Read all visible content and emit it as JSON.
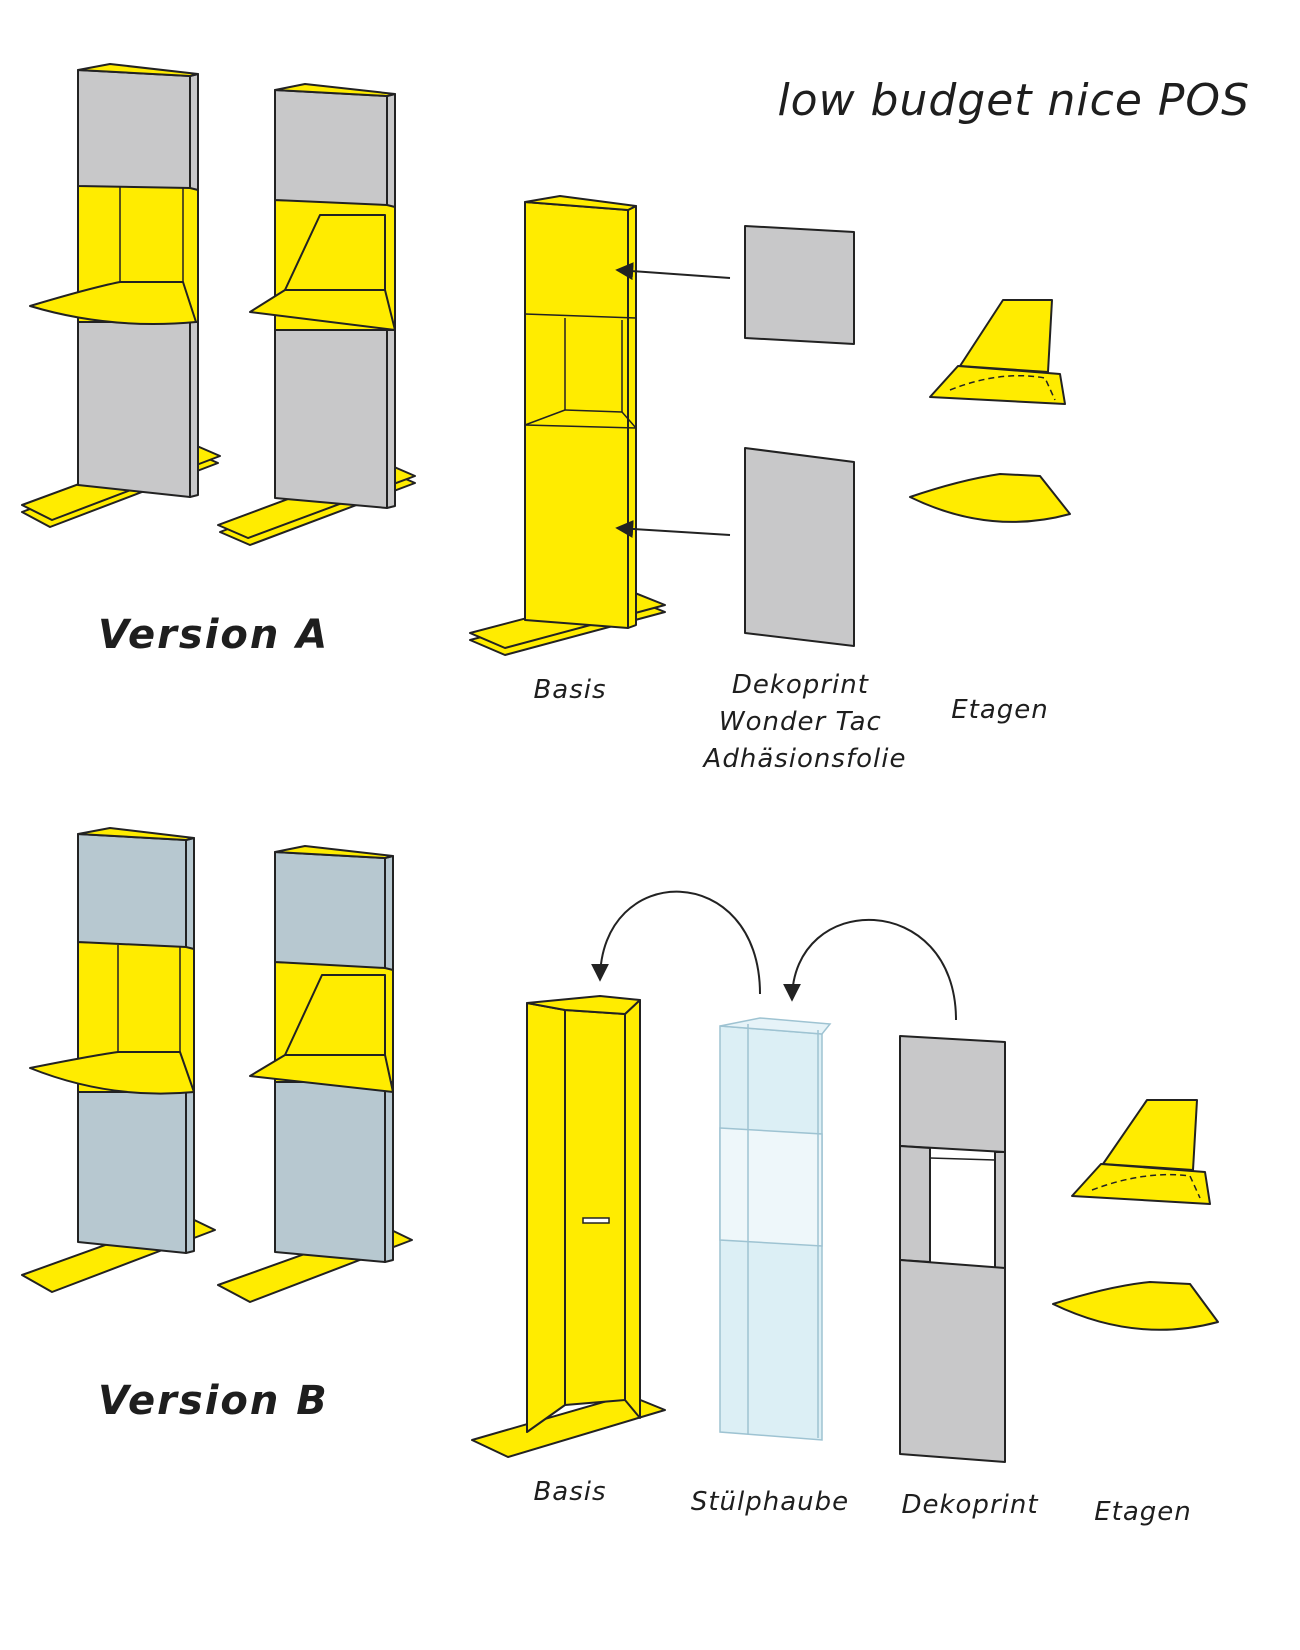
{
  "title": "low budget nice POS",
  "colors": {
    "yellow": "#ffec00",
    "grey": "#c8c8c9",
    "blue_grey": "#b7c8d0",
    "clear": "#d6ecf3",
    "outline": "#222222"
  },
  "version_a": {
    "label": "Version A",
    "parts": [
      {
        "name": "Basis"
      },
      {
        "name": "Dekoprint\nWonder Tac\nAdhäsionsfolie"
      },
      {
        "name": "Etagen"
      }
    ]
  },
  "version_b": {
    "label": "Version B",
    "parts": [
      {
        "name": "Basis"
      },
      {
        "name": "Stülphaube"
      },
      {
        "name": "Dekoprint"
      },
      {
        "name": "Etagen"
      }
    ]
  }
}
